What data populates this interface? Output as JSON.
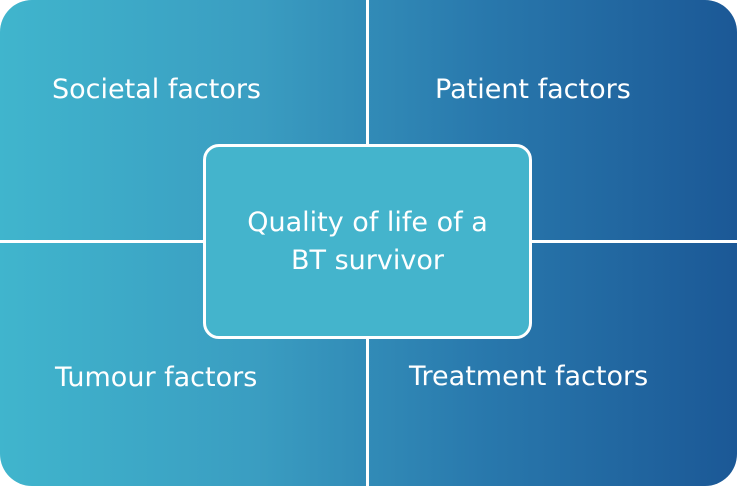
{
  "diagram": {
    "quadrants": {
      "top_left": "Societal factors",
      "top_right": "Patient factors",
      "bottom_left": "Tumour factors",
      "bottom_right": "Treatment factors"
    },
    "center": {
      "line1": "Quality of life of a",
      "line2": "BT survivor"
    },
    "colors": {
      "gradient_start": "#40b5cd",
      "gradient_end": "#1b5896",
      "center_fill": "#44b4cc",
      "lines": "#ffffff"
    }
  }
}
